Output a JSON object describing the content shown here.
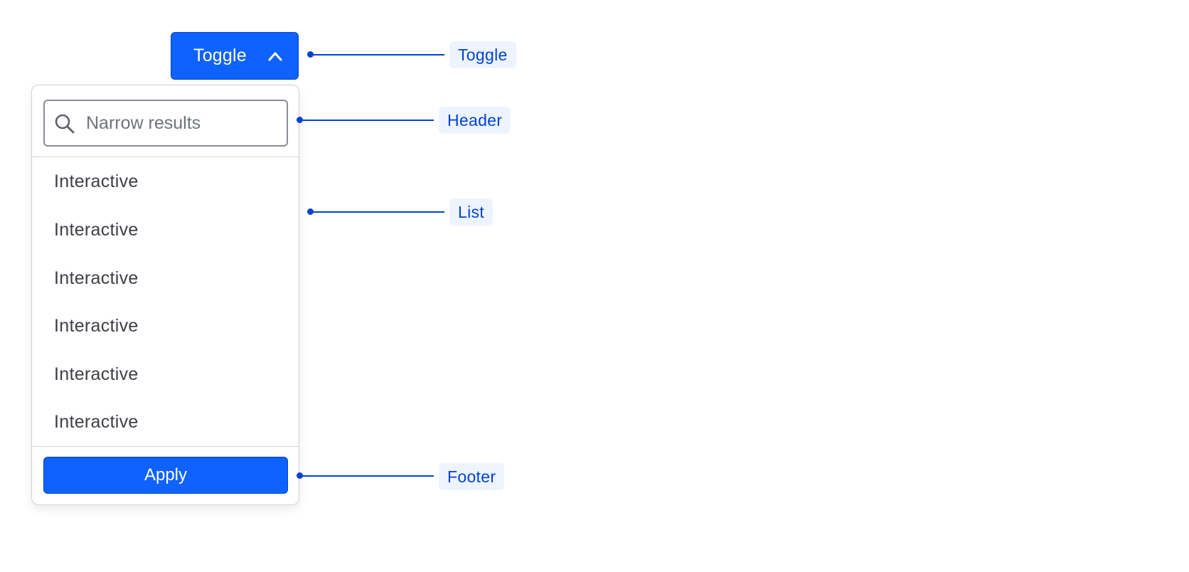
{
  "toggle": {
    "label": "Toggle",
    "icon": "chevron-up-icon"
  },
  "header": {
    "search": {
      "placeholder": "Narrow results",
      "value": "",
      "icon": "search-icon"
    }
  },
  "list": {
    "items": [
      {
        "label": "Interactive"
      },
      {
        "label": "Interactive"
      },
      {
        "label": "Interactive"
      },
      {
        "label": "Interactive"
      },
      {
        "label": "Interactive"
      },
      {
        "label": "Interactive"
      }
    ]
  },
  "footer": {
    "apply_label": "Apply"
  },
  "callouts": {
    "toggle": "Toggle",
    "header": "Header",
    "list": "List",
    "footer": "Footer"
  },
  "colors": {
    "accent": "#0f62fe",
    "accent_border": "#0043ce",
    "callout_text": "#0043ce",
    "callout_bg": "#edf4ff",
    "text": "#3d3f45",
    "divider": "#d2d2d6"
  }
}
